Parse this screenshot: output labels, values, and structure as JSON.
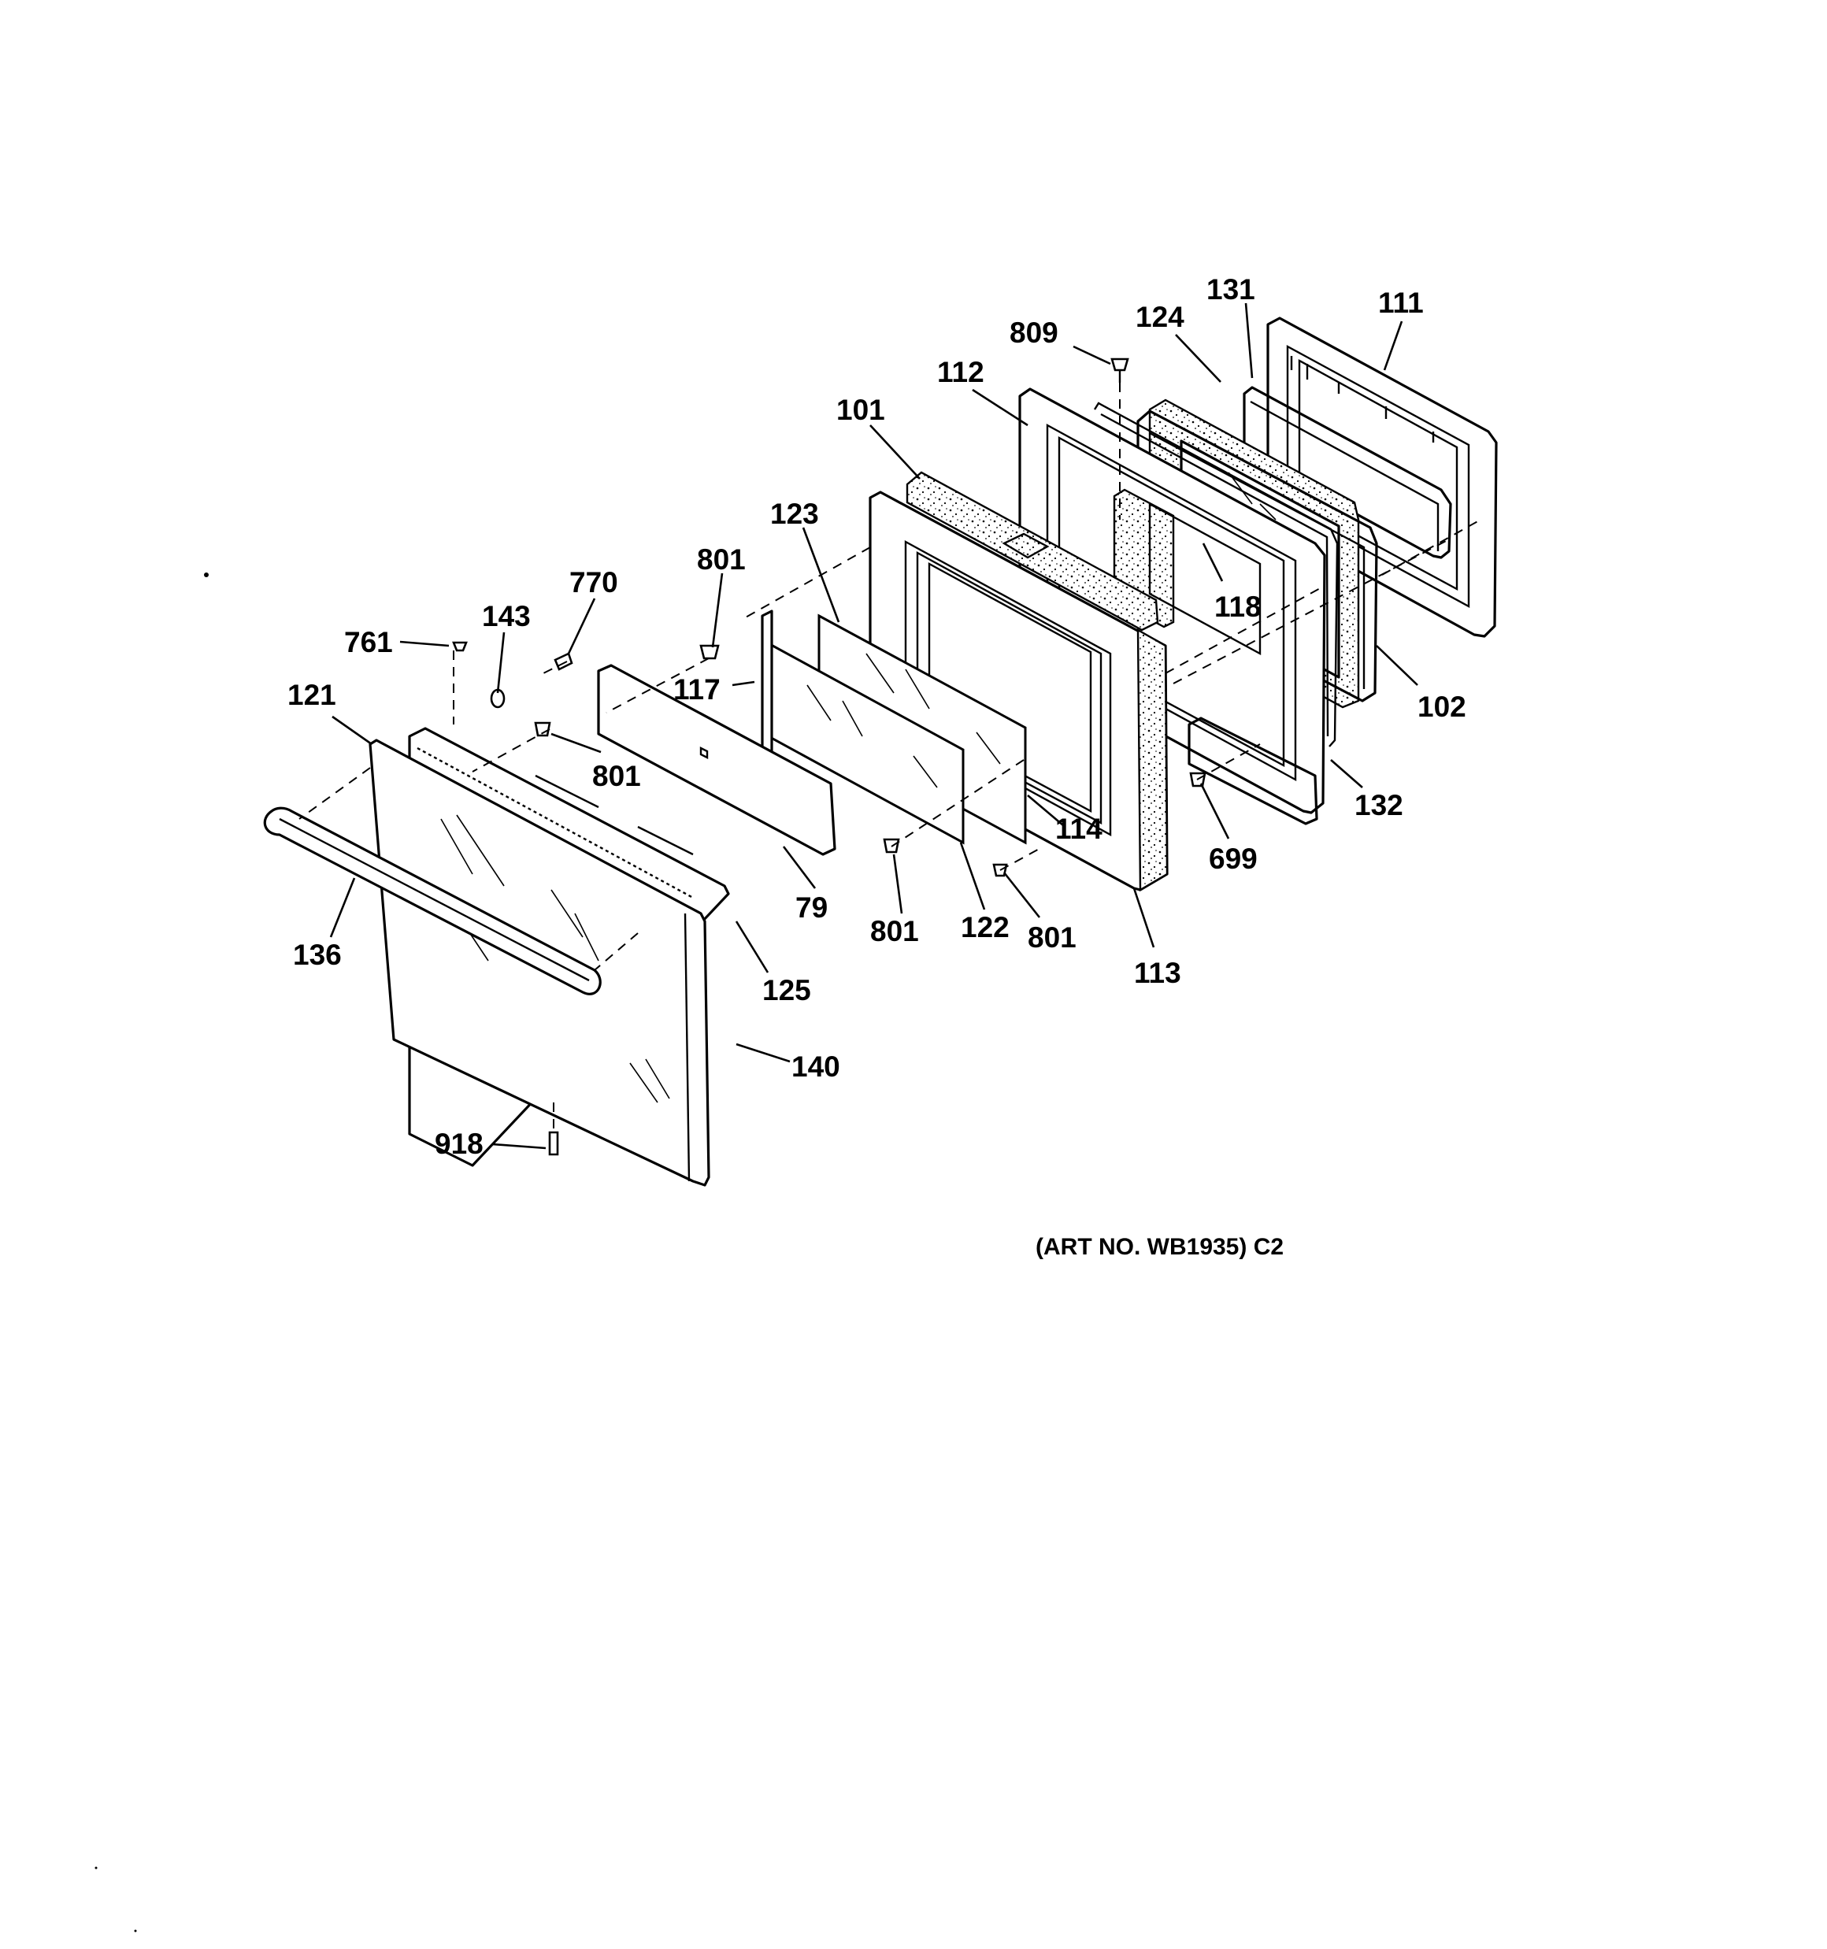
{
  "diagram": {
    "art_number": "(ART NO. WB1935) C2",
    "labels": {
      "p111": "111",
      "p131": "131",
      "p124": "124",
      "p809": "809",
      "p112": "112",
      "p101": "101",
      "p123": "123",
      "p118": "118",
      "p102": "102",
      "p132": "132",
      "p801a": "801",
      "p801b": "801",
      "p801c": "801",
      "p801d": "801",
      "p117": "117",
      "p770": "770",
      "p143": "143",
      "p761": "761",
      "p121": "121",
      "p114": "114",
      "p699": "699",
      "p79": "79",
      "p122": "122",
      "p113": "113",
      "p136": "136",
      "p125": "125",
      "p140": "140",
      "p918": "918"
    }
  }
}
